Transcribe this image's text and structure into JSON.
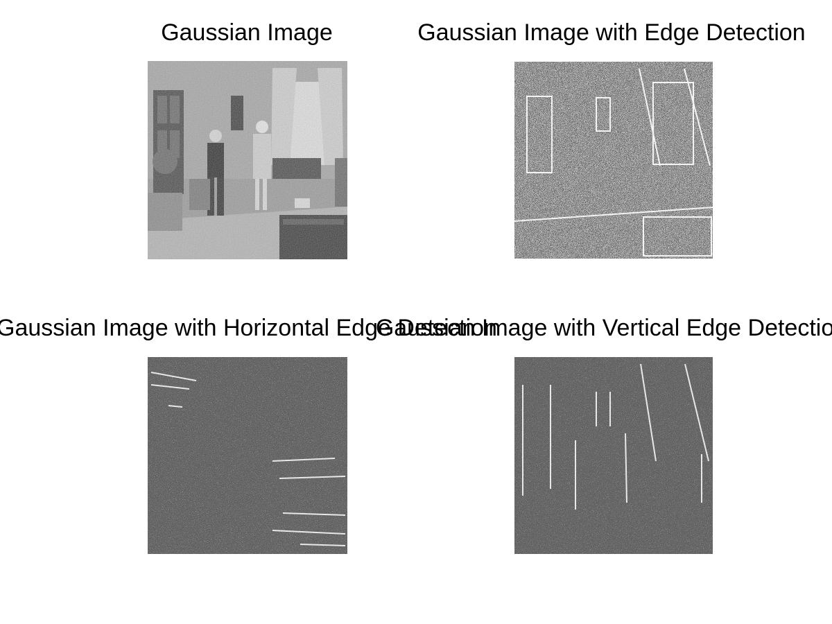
{
  "figure": {
    "panels": [
      {
        "id": "gaussian",
        "title": "Gaussian Image"
      },
      {
        "id": "edge",
        "title": "Gaussian Image with Edge Detection"
      },
      {
        "id": "horizontal",
        "title": "Gaussian Image with Horizontal Edge Detection"
      },
      {
        "id": "vertical",
        "title": "Gaussian Image with Vertical Edge Detection"
      }
    ]
  }
}
